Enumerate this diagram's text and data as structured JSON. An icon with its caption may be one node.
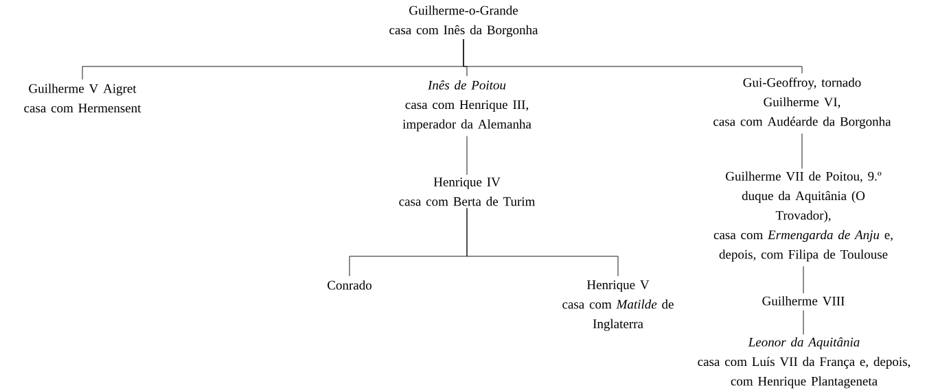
{
  "diagram": {
    "nodes": [
      {
        "text": [
          "Guilherme-o-Grande",
          "casa com Inês da Borgonha"
        ]
      },
      {
        "text": [
          "Guilherme V Aigret",
          "casa com Hermensent"
        ]
      },
      {
        "text": [
          "Inês de Poitou",
          "casa com Henrique III, imperador da Alemanha"
        ]
      },
      {
        "text": [
          "Henrique IV",
          "casa com Berta de Turim"
        ]
      },
      {
        "text": [
          "Conrado"
        ]
      },
      {
        "text": [
          "Henrique V",
          "casa com *Matilde* de Inglaterra"
        ]
      },
      {
        "text": [
          "Gui-Geoffroy, tornado Guilherme VI,",
          "casa com Audéarde da Borgonha"
        ]
      },
      {
        "text": [
          "Guilherme VII de Poitou, 9.º duque da Aquitânia (O Trovador),",
          "casa com *Ermengarda de Anju* e, depois, com Filipa de Toulouse"
        ]
      },
      {
        "text": [
          "Guilherme VIII"
        ]
      },
      {
        "text": [
          "Leonor da Aquitânia",
          "casa com Luís VII da França e, depois, com Henrique Plantageneta"
        ]
      }
    ],
    "edges": [
      {
        "from": 0,
        "to": 1,
        "arrow": "none"
      },
      {
        "from": 0,
        "to": 2,
        "arrow": "none"
      },
      {
        "from": 0,
        "to": 6,
        "arrow": "none"
      },
      {
        "from": 2,
        "to": 3,
        "arrow": "none"
      },
      {
        "from": 3,
        "to": 4,
        "arrow": "none"
      },
      {
        "from": 3,
        "to": 5,
        "arrow": "none"
      },
      {
        "from": 6,
        "to": 7,
        "arrow": "none"
      },
      {
        "from": 7,
        "to": 8,
        "arrow": "none"
      },
      {
        "from": 8,
        "to": 9,
        "arrow": "none"
      }
    ]
  }
}
